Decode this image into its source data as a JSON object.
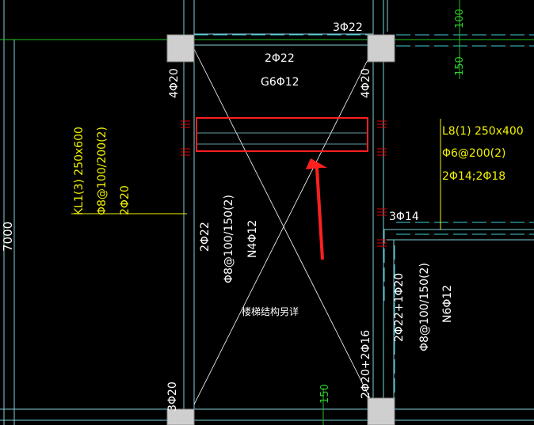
{
  "drawing": {
    "colors": {
      "background": "#000000",
      "wall_line": "#7fd1d8",
      "dash_line": "#3fd0d8",
      "white_text": "#ffffff",
      "yellow_text": "#f2f200",
      "green_text": "#2fd02f",
      "green_line": "#22c322",
      "column_fill": "#cfcfcf",
      "red_marks": "#e00000",
      "highlight": "#ff2020"
    },
    "labels": {
      "top_rebar": "3Φ22",
      "beam_top": "2Φ22",
      "beam_torsion": "G6Φ12",
      "col_left_top": "4Φ20",
      "col_right_top": "4Φ20",
      "kl_name": "KL1(3) 250x600",
      "kl_stirrup": "Φ8@100/200(2)",
      "kl_top": "2Φ20",
      "l8_name": "L8(1) 250x400",
      "l8_stirrup": "Φ6@200(2)",
      "l8_bars": "2Φ14;2Φ18",
      "right_rebar": "3Φ14",
      "mid_bar1": "2Φ22",
      "mid_bar2": "Φ8@100/150(2)",
      "mid_bar3": "N4Φ12",
      "stair_note": "楼梯结构另详",
      "right_bar1": "2Φ22+1Φ20",
      "right_bar2": "Φ8@100/150(2)",
      "right_bar3": "N6Φ12",
      "bottom_right": "2Φ20+2Φ16",
      "bottom_left": "3Φ20",
      "dim_7000": "7000",
      "dim_100": "100",
      "dim_150_top": "150",
      "dim_150_bottom": "150"
    }
  }
}
